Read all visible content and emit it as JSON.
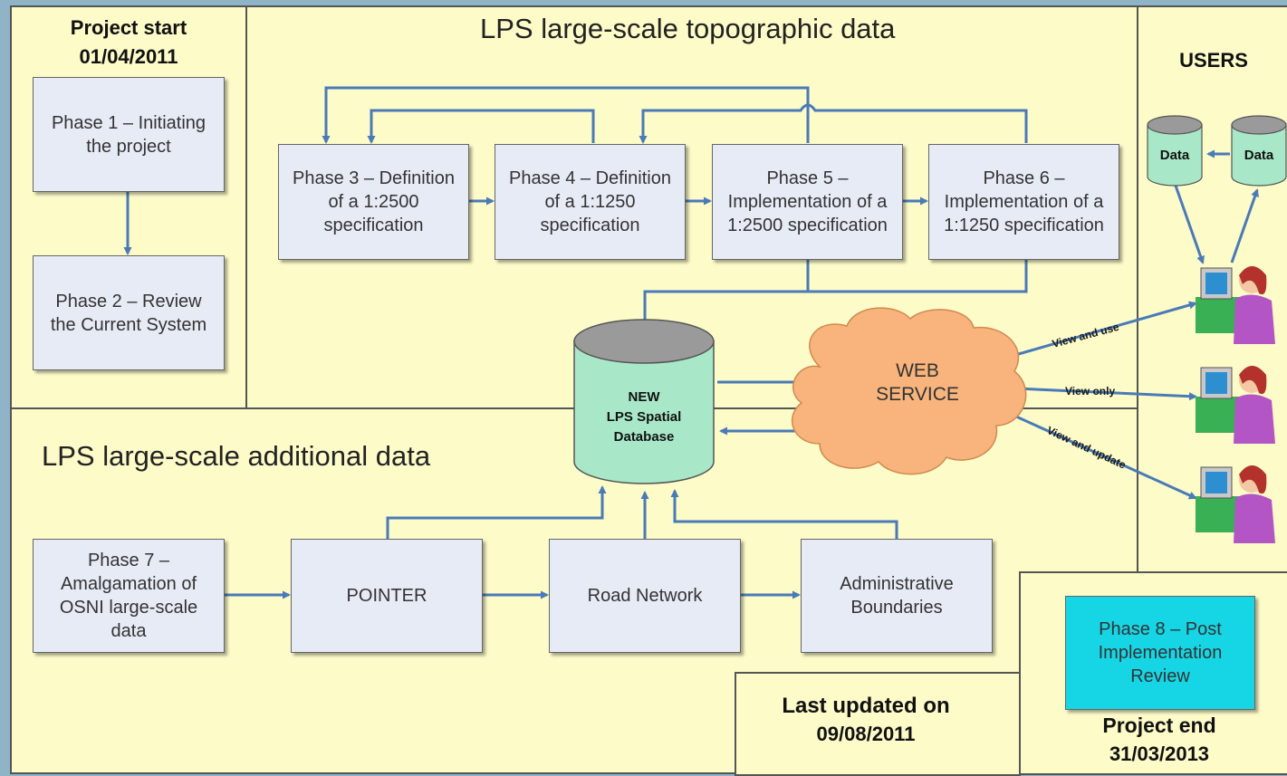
{
  "project_start": {
    "title": "Project start",
    "date": "01/04/2011"
  },
  "project_end": {
    "title": "Project end",
    "date": "31/03/2013"
  },
  "last_updated": {
    "title": "Last updated on",
    "date": "09/08/2011"
  },
  "topo_title": "LPS large-scale topographic data",
  "additional_title": "LPS large-scale additional data",
  "users_title": "USERS",
  "phases": {
    "p1": "Phase 1 – Initiating\nthe project",
    "p2": "Phase 2 – Review\nthe Current System",
    "p3": "Phase 3 – Definition\nof a 1:2500\nspecification",
    "p4": "Phase 4 – Definition\nof a 1:1250\nspecification",
    "p5": "Phase 5 –\nImplementation of a\n1:2500 specification",
    "p6": "Phase 6 –\nImplementation of a\n1:1250 specification",
    "p7": "Phase 7 –\nAmalgamation of\nOSNI large-scale\ndata",
    "p8": "Phase 8 – Post\nImplementation\nReview"
  },
  "datasets": {
    "pointer": "POINTER",
    "road": "Road Network",
    "admin": "Administrative\nBoundaries"
  },
  "database": {
    "line1": "NEW",
    "line2": "LPS Spatial",
    "line3": "Database"
  },
  "web_service": {
    "line1": "WEB",
    "line2": "SERVICE"
  },
  "user_data": [
    "Data",
    "Data"
  ],
  "edge_labels": {
    "view_use": "View and use",
    "view_only": "View only",
    "view_update": "View and update"
  },
  "colors": {
    "background": "#8fb4c7",
    "panel": "#fdfbc8",
    "box": "#e6ebf6",
    "arrow": "#4a7ab8",
    "cloud": "#f8b47c",
    "database": "#a8e8c8",
    "phase8": "#16d6e6"
  }
}
